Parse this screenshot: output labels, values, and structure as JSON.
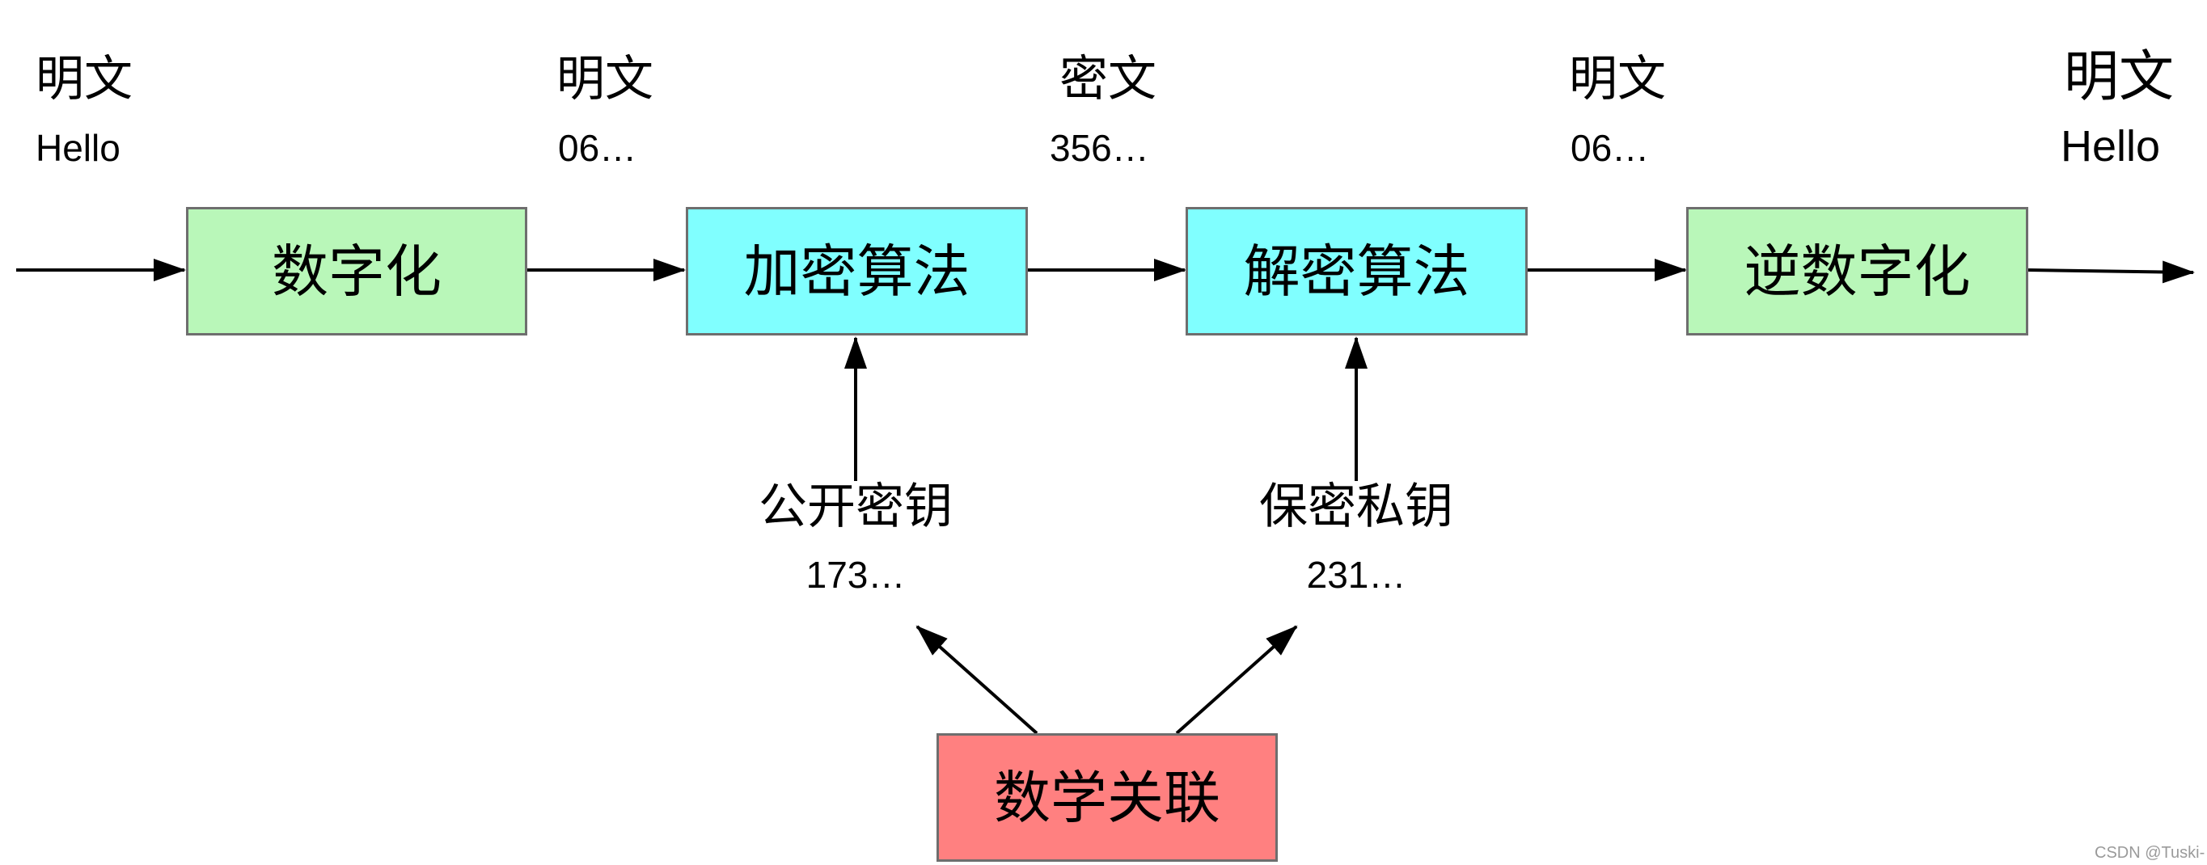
{
  "top_labels": [
    {
      "head": "明文",
      "value": "Hello"
    },
    {
      "head": "明文",
      "value": "06…"
    },
    {
      "head": "密文",
      "value": "356…"
    },
    {
      "head": "明文",
      "value": "06…"
    },
    {
      "head": "明文",
      "value": "Hello"
    }
  ],
  "boxes": {
    "digitize": "数字化",
    "encrypt": "加密算法",
    "decrypt": "解密算法",
    "undigitize": "逆数字化",
    "math_relation": "数学关联"
  },
  "keys": {
    "public": {
      "label": "公开密钥",
      "value": "173…"
    },
    "private": {
      "label": "保密私钥",
      "value": "231…"
    }
  },
  "colors": {
    "digitize_box": "#b9f7b9",
    "algorithm_box": "#80ffff",
    "math_box": "#ff8080",
    "border": "#6e6e6e",
    "arrow": "#000000"
  },
  "watermark": "CSDN @Tuski-"
}
